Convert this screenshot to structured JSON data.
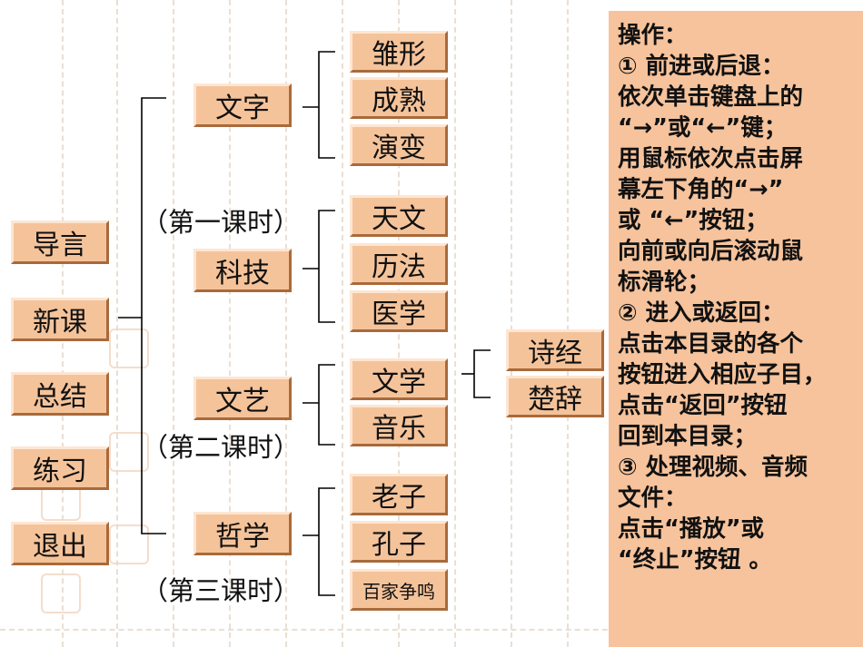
{
  "nav": {
    "items": [
      {
        "label": "导言"
      },
      {
        "label": "新课"
      },
      {
        "label": "总结"
      },
      {
        "label": "练习"
      },
      {
        "label": "退出"
      }
    ]
  },
  "tree": {
    "wenzi": {
      "label": "文字",
      "children": [
        "雏形",
        "成熟",
        "演变"
      ]
    },
    "keji": {
      "label": "科技",
      "children": [
        "天文",
        "历法",
        "医学"
      ]
    },
    "wenyi": {
      "label": "文艺",
      "children": [
        "文学",
        "音乐"
      ]
    },
    "wenxue_children": [
      "诗经",
      "楚辞"
    ],
    "zhexue": {
      "label": "哲学",
      "children": [
        "老子",
        "孔子",
        "百家争鸣"
      ]
    },
    "lessons": [
      "（第一课时）",
      "（第二课时）",
      "（第三课时）"
    ]
  },
  "instructions": {
    "lines": [
      "操作：",
      "① 前进或后退：",
      "依次单击键盘上的",
      "“→”或“←”键；",
      "用鼠标依次点击屏",
      "幕左下角的“→”",
      "或 “←”按钮；",
      "向前或向后滚动鼠",
      "标滑轮；",
      "② 进入或返回：",
      "点击本目录的各个",
      "按钮进入相应子目，",
      "点击“返回”按钮",
      "回到本目录；",
      "③ 处理视频、音频",
      "文件：",
      "点击“播放”或",
      "“终止”按钮 。"
    ]
  },
  "colors": {
    "button_fill": "#f5c39a",
    "button_highlight": "#fde6d2",
    "button_shadow": "#a86a3c",
    "panel_fill": "#f6c39c"
  }
}
